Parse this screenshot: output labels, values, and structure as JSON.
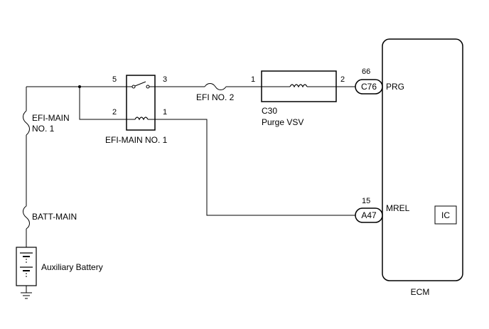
{
  "components": {
    "efi_main_fuse": {
      "line1": "EFI-MAIN",
      "line2": "NO. 1"
    },
    "batt_main_fuse": {
      "label": "BATT-MAIN"
    },
    "battery": {
      "label": "Auxiliary Battery"
    },
    "relay": {
      "label": "EFI-MAIN NO. 1",
      "pin_5": "5",
      "pin_3": "3",
      "pin_2": "2",
      "pin_1": "1"
    },
    "efi_no2_fuse": {
      "label": "EFI NO. 2"
    },
    "purge_vsv": {
      "code": "C30",
      "label": "Purge VSV",
      "pin_1": "1",
      "pin_2": "2"
    },
    "ecm": {
      "label": "ECM",
      "connector_c76": {
        "code": "C76",
        "pin": "66",
        "signal": "PRG"
      },
      "connector_a47": {
        "code": "A47",
        "pin": "15",
        "signal": "MREL"
      },
      "ic": {
        "label": "IC"
      }
    }
  }
}
